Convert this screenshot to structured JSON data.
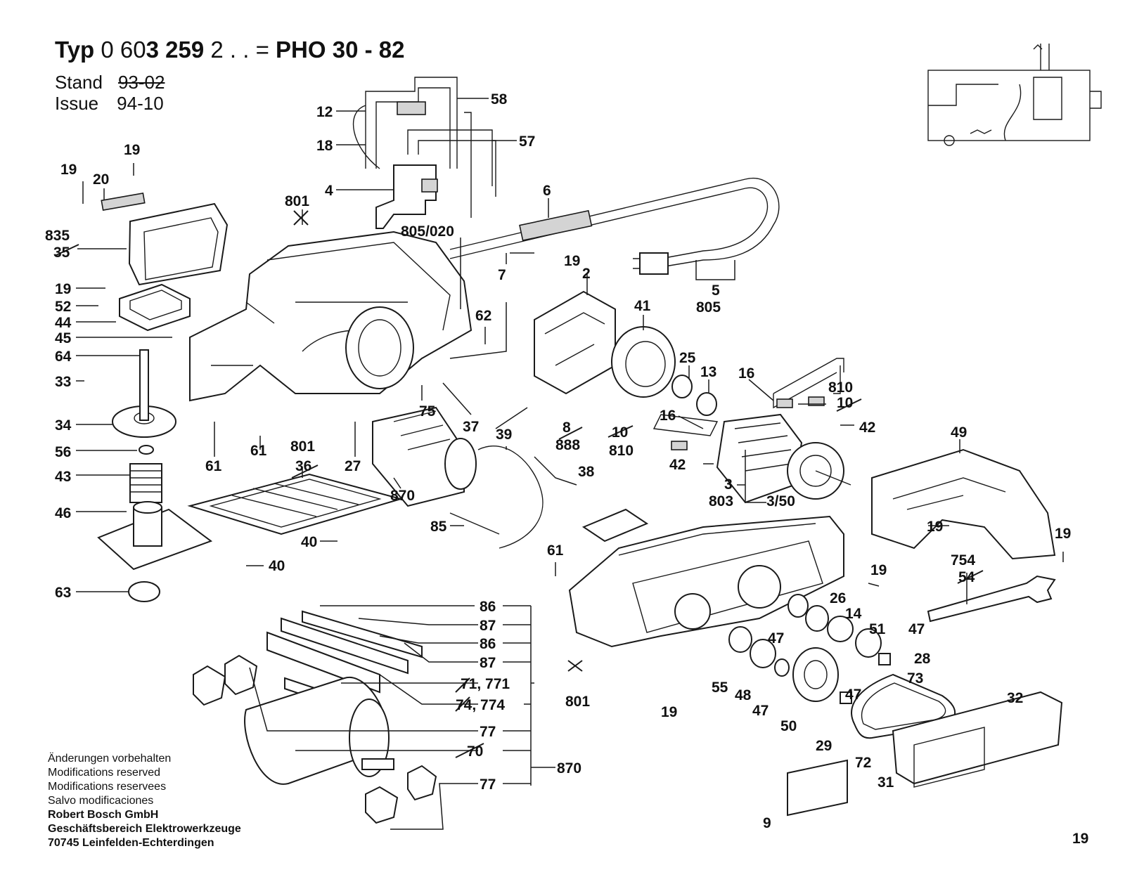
{
  "header": {
    "typ_prefix": "Typ",
    "typ_number_light": "0 60",
    "typ_number_bold": "3 259",
    "typ_suffix": "2 . . =",
    "model": "PHO 30 - 82",
    "stand_label": "Stand",
    "stand_value": "93-02",
    "issue_label": "Issue",
    "issue_value": "94-10"
  },
  "footer": {
    "lines": [
      "Änderungen vorbehalten",
      "Modifications reserved",
      "Modifications reservees",
      "Salvo modificaciones"
    ],
    "company": [
      "Robert Bosch GmbH",
      "Geschäftsbereich Elektrowerkzeuge",
      "70745 Leinfelden-Echterdingen"
    ]
  },
  "callouts": {
    "c12": "12",
    "c58": "58",
    "c18": "18",
    "c57": "57",
    "c4": "4",
    "c6": "6",
    "c19a": "19",
    "c19b": "19",
    "c20": "20",
    "c801a": "801",
    "c835": "835",
    "c35": "35",
    "c805_020": "805/020",
    "c19c": "19",
    "c7": "7",
    "c2": "2",
    "c5": "5",
    "c805": "805",
    "c19d": "19",
    "c52": "52",
    "c44": "44",
    "c45": "45",
    "c62": "62",
    "c41": "41",
    "c64": "64",
    "c25": "25",
    "c13": "13",
    "c16a": "16",
    "c810a": "810",
    "c10a": "10",
    "c33": "33",
    "c75": "75",
    "c37": "37",
    "c8": "8",
    "c888": "888",
    "c16b": "16",
    "c10b": "10",
    "c810b": "810",
    "c42a": "42",
    "c34": "34",
    "c61a": "61",
    "c61b": "61",
    "c27": "27",
    "c39": "39",
    "c42b": "42",
    "c56": "56",
    "c801b": "801",
    "c36": "36",
    "c43": "43",
    "c870a": "870",
    "c38": "38",
    "c3": "3",
    "c803": "803",
    "c3_50": "3/50",
    "c49": "49",
    "c46": "46",
    "c85": "85",
    "c40a": "40",
    "c40b": "40",
    "c19e": "19",
    "c19f": "19",
    "c61c": "61",
    "c754": "754",
    "c54": "54",
    "c19g": "19",
    "c63": "63",
    "c86a": "86",
    "c87a": "87",
    "c86b": "86",
    "c87b": "87",
    "c71_771": "71, 771",
    "c74_774": "74, 774",
    "c77a": "77",
    "c70": "70",
    "c870b": "870",
    "c77b": "77",
    "c26": "26",
    "c14": "14",
    "c51": "51",
    "c47a": "47",
    "c47b": "47",
    "c28": "28",
    "c73": "73",
    "c55": "55",
    "c48": "48",
    "c47c": "47",
    "c47d": "47",
    "c50": "50",
    "c29": "29",
    "c72": "72",
    "c31": "31",
    "c32": "32",
    "c801c": "801",
    "c19h": "19",
    "c9": "9",
    "c19i": "19"
  }
}
